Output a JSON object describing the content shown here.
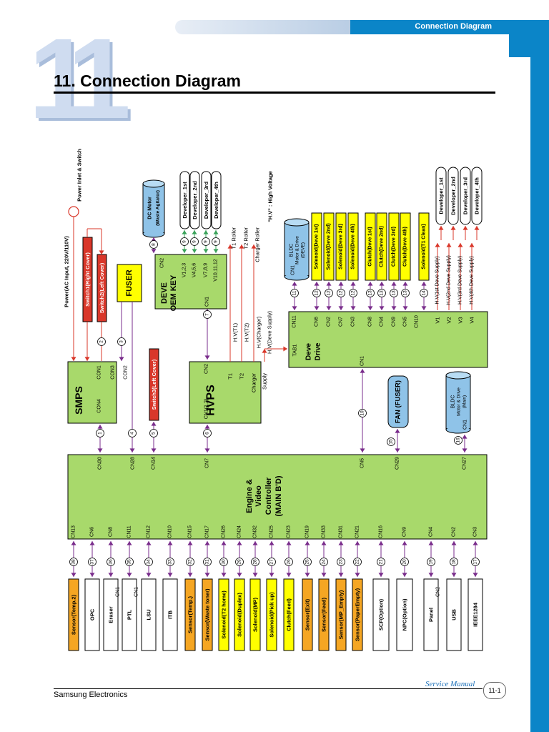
{
  "header": {
    "banner": "Connection Diagram",
    "chapter_number": "11",
    "title": "11. Connection Diagram"
  },
  "footer": {
    "company": "Samsung Electronics",
    "manual": "Service Manual",
    "page": "11-1"
  },
  "colors": {
    "green": "#a8d96b",
    "red": "#d9372a",
    "yellow": "#ffff00",
    "orange": "#f5a623",
    "purple": "#7a2d8c",
    "blue_box": "#8fc3e8",
    "brand_blue": "#0b85c8"
  },
  "labels": {
    "power_input": "Power(AC Input, 220V/110V)",
    "power_inlet": "Power Inlet & Switch",
    "switch1": "Switch1(Right Cover)",
    "switch2": "Switch2(Left Cover)",
    "switch3": "Switch3(Left Cover)",
    "fuser": "FUSER",
    "smps": "SMPS",
    "hvps": "HVPS",
    "deve_oem_key_1": "DEVE",
    "deve_oem_key_2": "OEM KEY",
    "deve_drive_1": "Deve",
    "deve_drive_2": "Drive",
    "tab1": "TAB1",
    "dc_motor": "DC Motor",
    "waste_agitator": "(Waste Agitator)",
    "hv_note": "\"H.V\" : High Voltage",
    "t1_roller": "T1 Roller",
    "t2_roller": "T2 Roller",
    "charger_roller": "Charger Roller",
    "bldc_deve_1": "BLDC",
    "bldc_deve_2": "Motor & Drive",
    "bldc_deve_3": "(DEVE)",
    "bldc_main_1": "BLDC",
    "bldc_main_2": "Motor & Drive",
    "bldc_main_3": "(Main)",
    "fan_fuser": "FAN (FUSER)",
    "engine_1": "Engine &",
    "engine_2": "Video",
    "engine_3": "Controller",
    "engine_4": "(MAIN B'D)"
  },
  "developers_left": [
    "Developer_1st",
    "Developer_2nd",
    "Developer_3rd",
    "Developer_4th"
  ],
  "developers_right": [
    "Developer_1st",
    "Developer_2nd",
    "Developer_3rd",
    "Developer_4th"
  ],
  "deve_key_connectors": [
    "V1,2,3",
    "V4,5,6",
    "V7,8,9",
    "V10,11,12"
  ],
  "hvps_outputs": [
    "H.V(T1)",
    "H.V(T2)",
    "H.V(Charger)",
    "H.V(Deve Supply)"
  ],
  "hvps_pins": [
    "T1",
    "T2",
    "Charger",
    "Supply"
  ],
  "hv_deve_supply": [
    "H.V(1st Deve Supply)",
    "H.V(2nd Deve Supply)",
    "H.V(3rd Deve Supply)",
    "H.V(4th Deve Supply)"
  ],
  "deve_drive_v": [
    "V1",
    "V2",
    "V3",
    "V4"
  ],
  "solenoids_deve": [
    "Solenoid(Deve 1st)",
    "Solenoid(Deve 2nd)",
    "Solenoid(Deve 3rd)",
    "Solenoid(Deve 4th)"
  ],
  "clutches": [
    "Clutch(Deve 1st)",
    "Clutch(Deve 2nd)",
    "Clutch(Deve 3rd)",
    "Clutch(Deve 4th)"
  ],
  "solenoid_t1": "Solenoid(T1 Clean)",
  "deve_drive_cn": [
    "CN11",
    "CN6",
    "CN2",
    "CN7",
    "CN3",
    "CN8",
    "CN4",
    "CN9",
    "CN5",
    "CN10"
  ],
  "connectors": {
    "smps_con1": "CON1",
    "smps_con3": "CON3",
    "smps_con2": "CON2",
    "smps_con4": "CON4",
    "hvps_cn2": "CN2",
    "hvps_cn1": "CN1(1,2)",
    "deve_cn2": "CN2",
    "deve_cn1": "CN1",
    "bldc_deve_cn1": "CN1",
    "deve_drive_cn1": "CN1",
    "bldc_main_cn1": "CN1",
    "main_top": [
      "CN30",
      "CN28",
      "CN14",
      "CN7",
      "CN5",
      "CN29",
      "CN27"
    ]
  },
  "circle_numbers": {
    "top": [
      "1",
      "4",
      "5",
      "6",
      "10",
      "15",
      "16"
    ],
    "power": [
      "2",
      "3"
    ],
    "hvps_deve": "7",
    "dc_motor": "8",
    "dev_left": [
      "9",
      "9",
      "9",
      "9"
    ],
    "bldc_deve": "11",
    "drive_sol": [
      "12",
      "12",
      "12",
      "12"
    ],
    "drive_clutch": [
      "13",
      "13",
      "13",
      "13"
    ],
    "drive_t1": "14",
    "bottom": [
      "38",
      "37",
      "36",
      "35",
      "34",
      "33",
      "32",
      "31",
      "30",
      "29",
      "28",
      "27",
      "26",
      "25",
      "24",
      "23",
      "22",
      "21",
      "20",
      "19",
      "18",
      "17"
    ]
  },
  "bottom_components": [
    {
      "label": "Sensor(Temp.2)",
      "cn": "",
      "main_cn": "CN13",
      "color": "orange"
    },
    {
      "label": "OPC",
      "cn": "",
      "main_cn": "CN6",
      "color": "white"
    },
    {
      "label": "Eraser",
      "cn": "CN1",
      "main_cn": "CN8",
      "color": "white"
    },
    {
      "label": "PTL",
      "cn": "CN1",
      "main_cn": "CN11",
      "color": "white"
    },
    {
      "label": "LSU",
      "cn": "",
      "main_cn": "CN12",
      "color": "white"
    },
    {
      "label": "ITB",
      "cn": "",
      "main_cn": "CN10",
      "color": "white"
    },
    {
      "label": "Sensor(Temp.)",
      "cn": "",
      "main_cn": "CN15",
      "color": "orange"
    },
    {
      "label": "Sensor(Waste toner)",
      "cn": "",
      "main_cn": "CN17",
      "color": "orange"
    },
    {
      "label": "Solenoid(T2 home)",
      "cn": "",
      "main_cn": "CN26",
      "color": "yellow"
    },
    {
      "label": "Solenoid(Duplex)",
      "cn": "",
      "main_cn": "CN24",
      "color": "yellow"
    },
    {
      "label": "Solenoid(MP)",
      "cn": "",
      "main_cn": "CN32",
      "color": "yellow"
    },
    {
      "label": "Solenoid(Pick up)",
      "cn": "",
      "main_cn": "CN25",
      "color": "yellow"
    },
    {
      "label": "Clutch(Feed)",
      "cn": "",
      "main_cn": "CN23",
      "color": "yellow"
    },
    {
      "label": "Sensor(Exit)",
      "cn": "",
      "main_cn": "CN19",
      "color": "orange"
    },
    {
      "label": "Sensor(Feed)",
      "cn": "",
      "main_cn": "CN33",
      "color": "orange"
    },
    {
      "label": "Sensor(MP_Empty)",
      "cn": "",
      "main_cn": "CN31",
      "color": "orange"
    },
    {
      "label": "Sensor(PaperEmpty)",
      "cn": "",
      "main_cn": "CN21",
      "color": "orange"
    },
    {
      "label": "SCF(Option)",
      "cn": "",
      "main_cn": "CN16",
      "color": "white"
    },
    {
      "label": "NPC(Option)",
      "cn": "",
      "main_cn": "CN9",
      "color": "white"
    },
    {
      "label": "Panel",
      "cn": "CN2",
      "main_cn": "CN4",
      "color": "white"
    },
    {
      "label": "USB",
      "cn": "",
      "main_cn": "CN2",
      "color": "white"
    },
    {
      "label": "IEEE1284",
      "cn": "",
      "main_cn": "CN3",
      "color": "white"
    }
  ]
}
